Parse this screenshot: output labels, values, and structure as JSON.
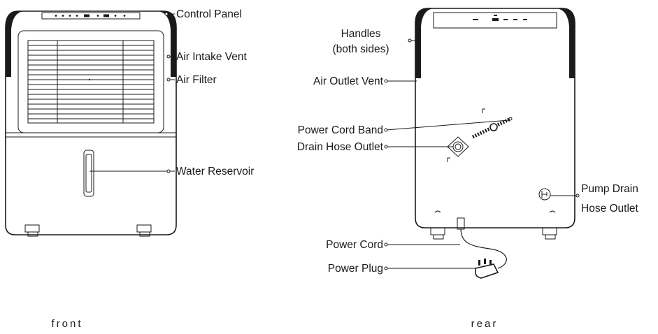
{
  "views": {
    "front": "front",
    "rear": "rear"
  },
  "labels": {
    "control_panel": "Control Panel",
    "air_intake_vent": "Air Intake Vent",
    "air_filter": "Air Filter",
    "water_reservoir": "Water Reservoir",
    "handles_1": "Handles",
    "handles_2": "(both sides)",
    "air_outlet_vent": "Air Outlet Vent",
    "power_cord_band": "Power Cord Band",
    "drain_hose_outlet": "Drain Hose Outlet",
    "pump_drain_1": "Pump Drain",
    "pump_drain_2": "Hose Outlet",
    "power_cord": "Power Cord",
    "power_plug": "Power Plug"
  }
}
